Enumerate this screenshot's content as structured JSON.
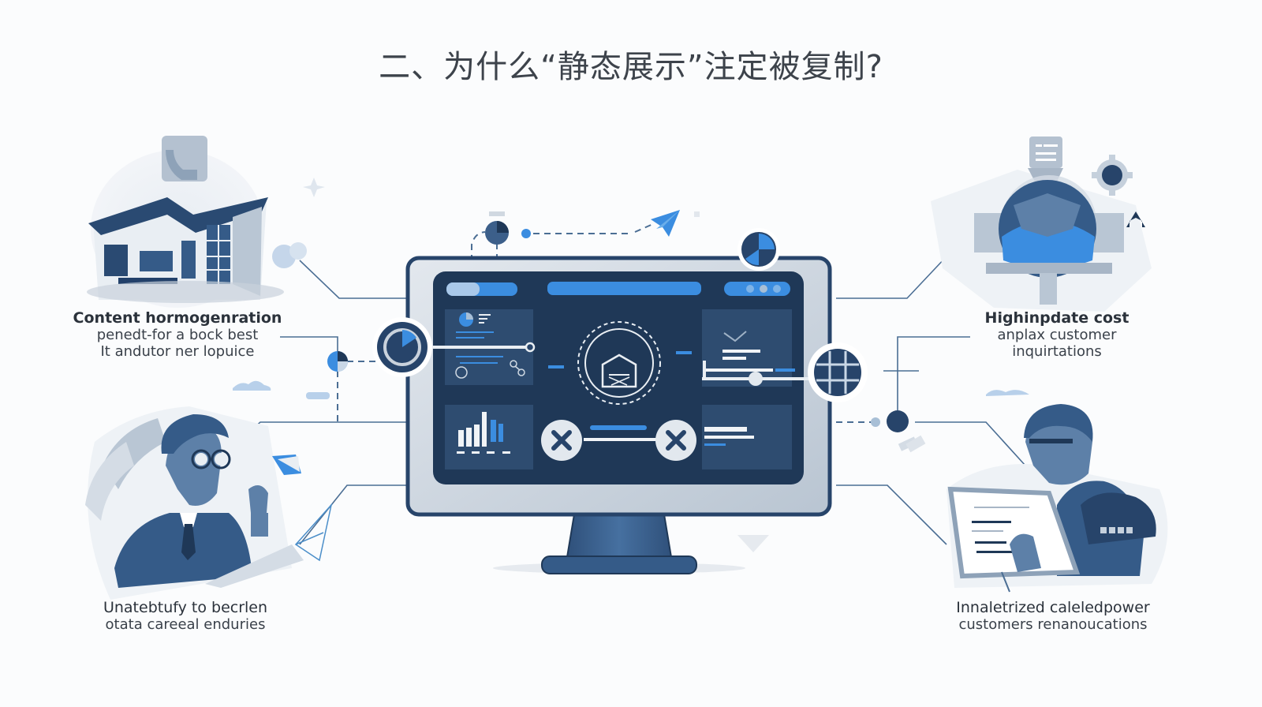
{
  "title": "二、为什么“静态展示”注定被复制?",
  "colors": {
    "navy": "#27446a",
    "screen_dark": "#1f3857",
    "panel": "#2e4c70",
    "accent_blue": "#3b8de0",
    "light_gray": "#c9d2dc",
    "frame": "#d4dce5",
    "line": "#4b6e94",
    "background": "#fbfcfd"
  },
  "labels": {
    "top_left": {
      "heading": "Content hormogenration",
      "line1": "penedt-for a bock best",
      "line2": "It andutor ner lopuice"
    },
    "top_right": {
      "heading": "Highinpdate cost",
      "line1": "anplax customer",
      "line2": "inquirtations"
    },
    "bottom_left": {
      "line1": "Unatebtufy to becrlen",
      "line2": "otata careeal enduries"
    },
    "bottom_right": {
      "line1": "Innaletrized caleledpower",
      "line2": "customers renanoucations"
    }
  },
  "illustrations": {
    "top_left": "house-icon",
    "top_right": "server-globe-icon",
    "bottom_left": "man-with-glasses-icon",
    "bottom_right": "man-with-tablet-icon",
    "center": "monitor-dashboard-icon"
  },
  "monitor": {
    "center_icon": "shield-gear-icon",
    "left_node": "pie-chart-icon",
    "right_node": "globe-icon",
    "top_node": "compass-icon",
    "x_buttons": [
      "close-icon",
      "close-icon"
    ],
    "bar_chart_values": [
      4,
      5,
      6,
      10,
      7,
      6
    ]
  }
}
